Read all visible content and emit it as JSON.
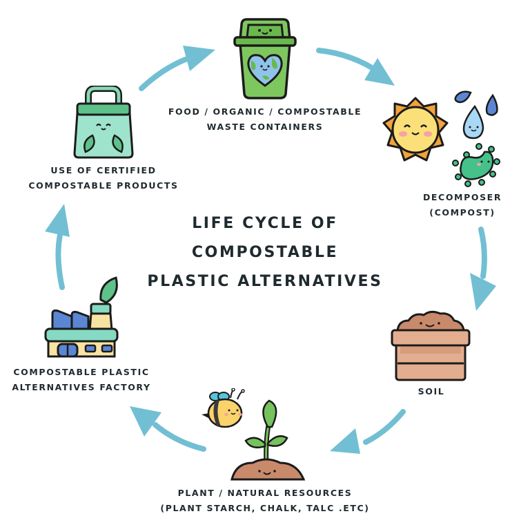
{
  "title": {
    "lines": [
      "LIFE CYCLE OF",
      "COMPOSTABLE",
      "PLASTIC ALTERNATIVES"
    ]
  },
  "stages": [
    {
      "id": "waste-containers",
      "icon": "green-trash-bin-with-earth-heart-icon",
      "lines": [
        "FOOD / ORGANIC / COMPOSTABLE",
        "WASTE CONTAINERS"
      ]
    },
    {
      "id": "decomposer",
      "icon": "sun-water-drops-bacteria-icon",
      "lines": [
        "DECOMPOSER",
        "(COMPOST)"
      ]
    },
    {
      "id": "soil",
      "icon": "soil-crate-icon",
      "lines": [
        "SOIL"
      ]
    },
    {
      "id": "plant",
      "icon": "bee-and-sprout-icon",
      "lines": [
        "PLANT / NATURAL RESOURCES",
        "(PLANT STARCH, CHALK, TALC .ETC)"
      ]
    },
    {
      "id": "factory",
      "icon": "eco-factory-icon",
      "lines": [
        "COMPOSTABLE PLASTIC",
        "ALTERNATIVES FACTORY"
      ]
    },
    {
      "id": "products",
      "icon": "compostable-bag-icon",
      "lines": [
        "USE OF CERTIFIED",
        "COMPOSTABLE PRODUCTS"
      ]
    }
  ],
  "colors": {
    "arrow": "#72bfd3",
    "text": "#1f2a2e",
    "outline": "#1b1b1b"
  }
}
